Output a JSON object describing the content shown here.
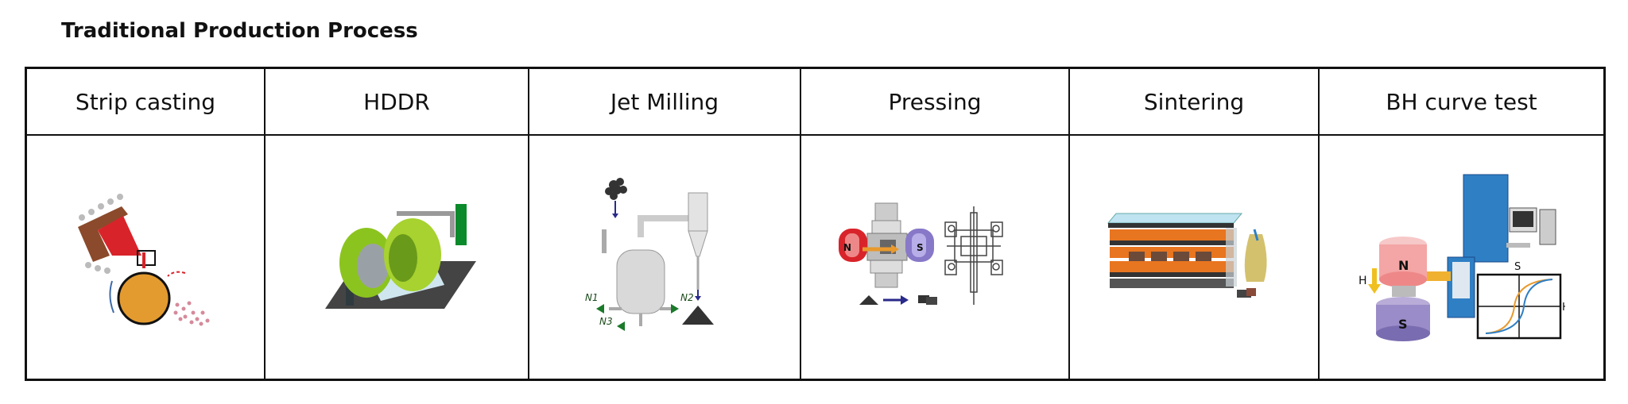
{
  "title": "Traditional Production Process",
  "steps": [
    {
      "label": "Strip casting"
    },
    {
      "label": "HDDR"
    },
    {
      "label": "Jet Milling"
    },
    {
      "label": "Pressing"
    },
    {
      "label": "Sintering"
    },
    {
      "label": "BH curve test"
    }
  ],
  "jet_labels": {
    "n1": "N1",
    "n2": "N2",
    "n3": "N3"
  },
  "pressing_labels": {
    "n": "N",
    "s": "S"
  },
  "bh_labels": {
    "n": "N",
    "s_magnet": "S",
    "h_arrow": "H",
    "s_axis": "S",
    "h_axis": "H"
  },
  "colors": {
    "red": "#d9232a",
    "orange": "#e89a2e",
    "green": "#8cc41f",
    "blue": "#2f7fc4",
    "purple": "#8878c8"
  }
}
